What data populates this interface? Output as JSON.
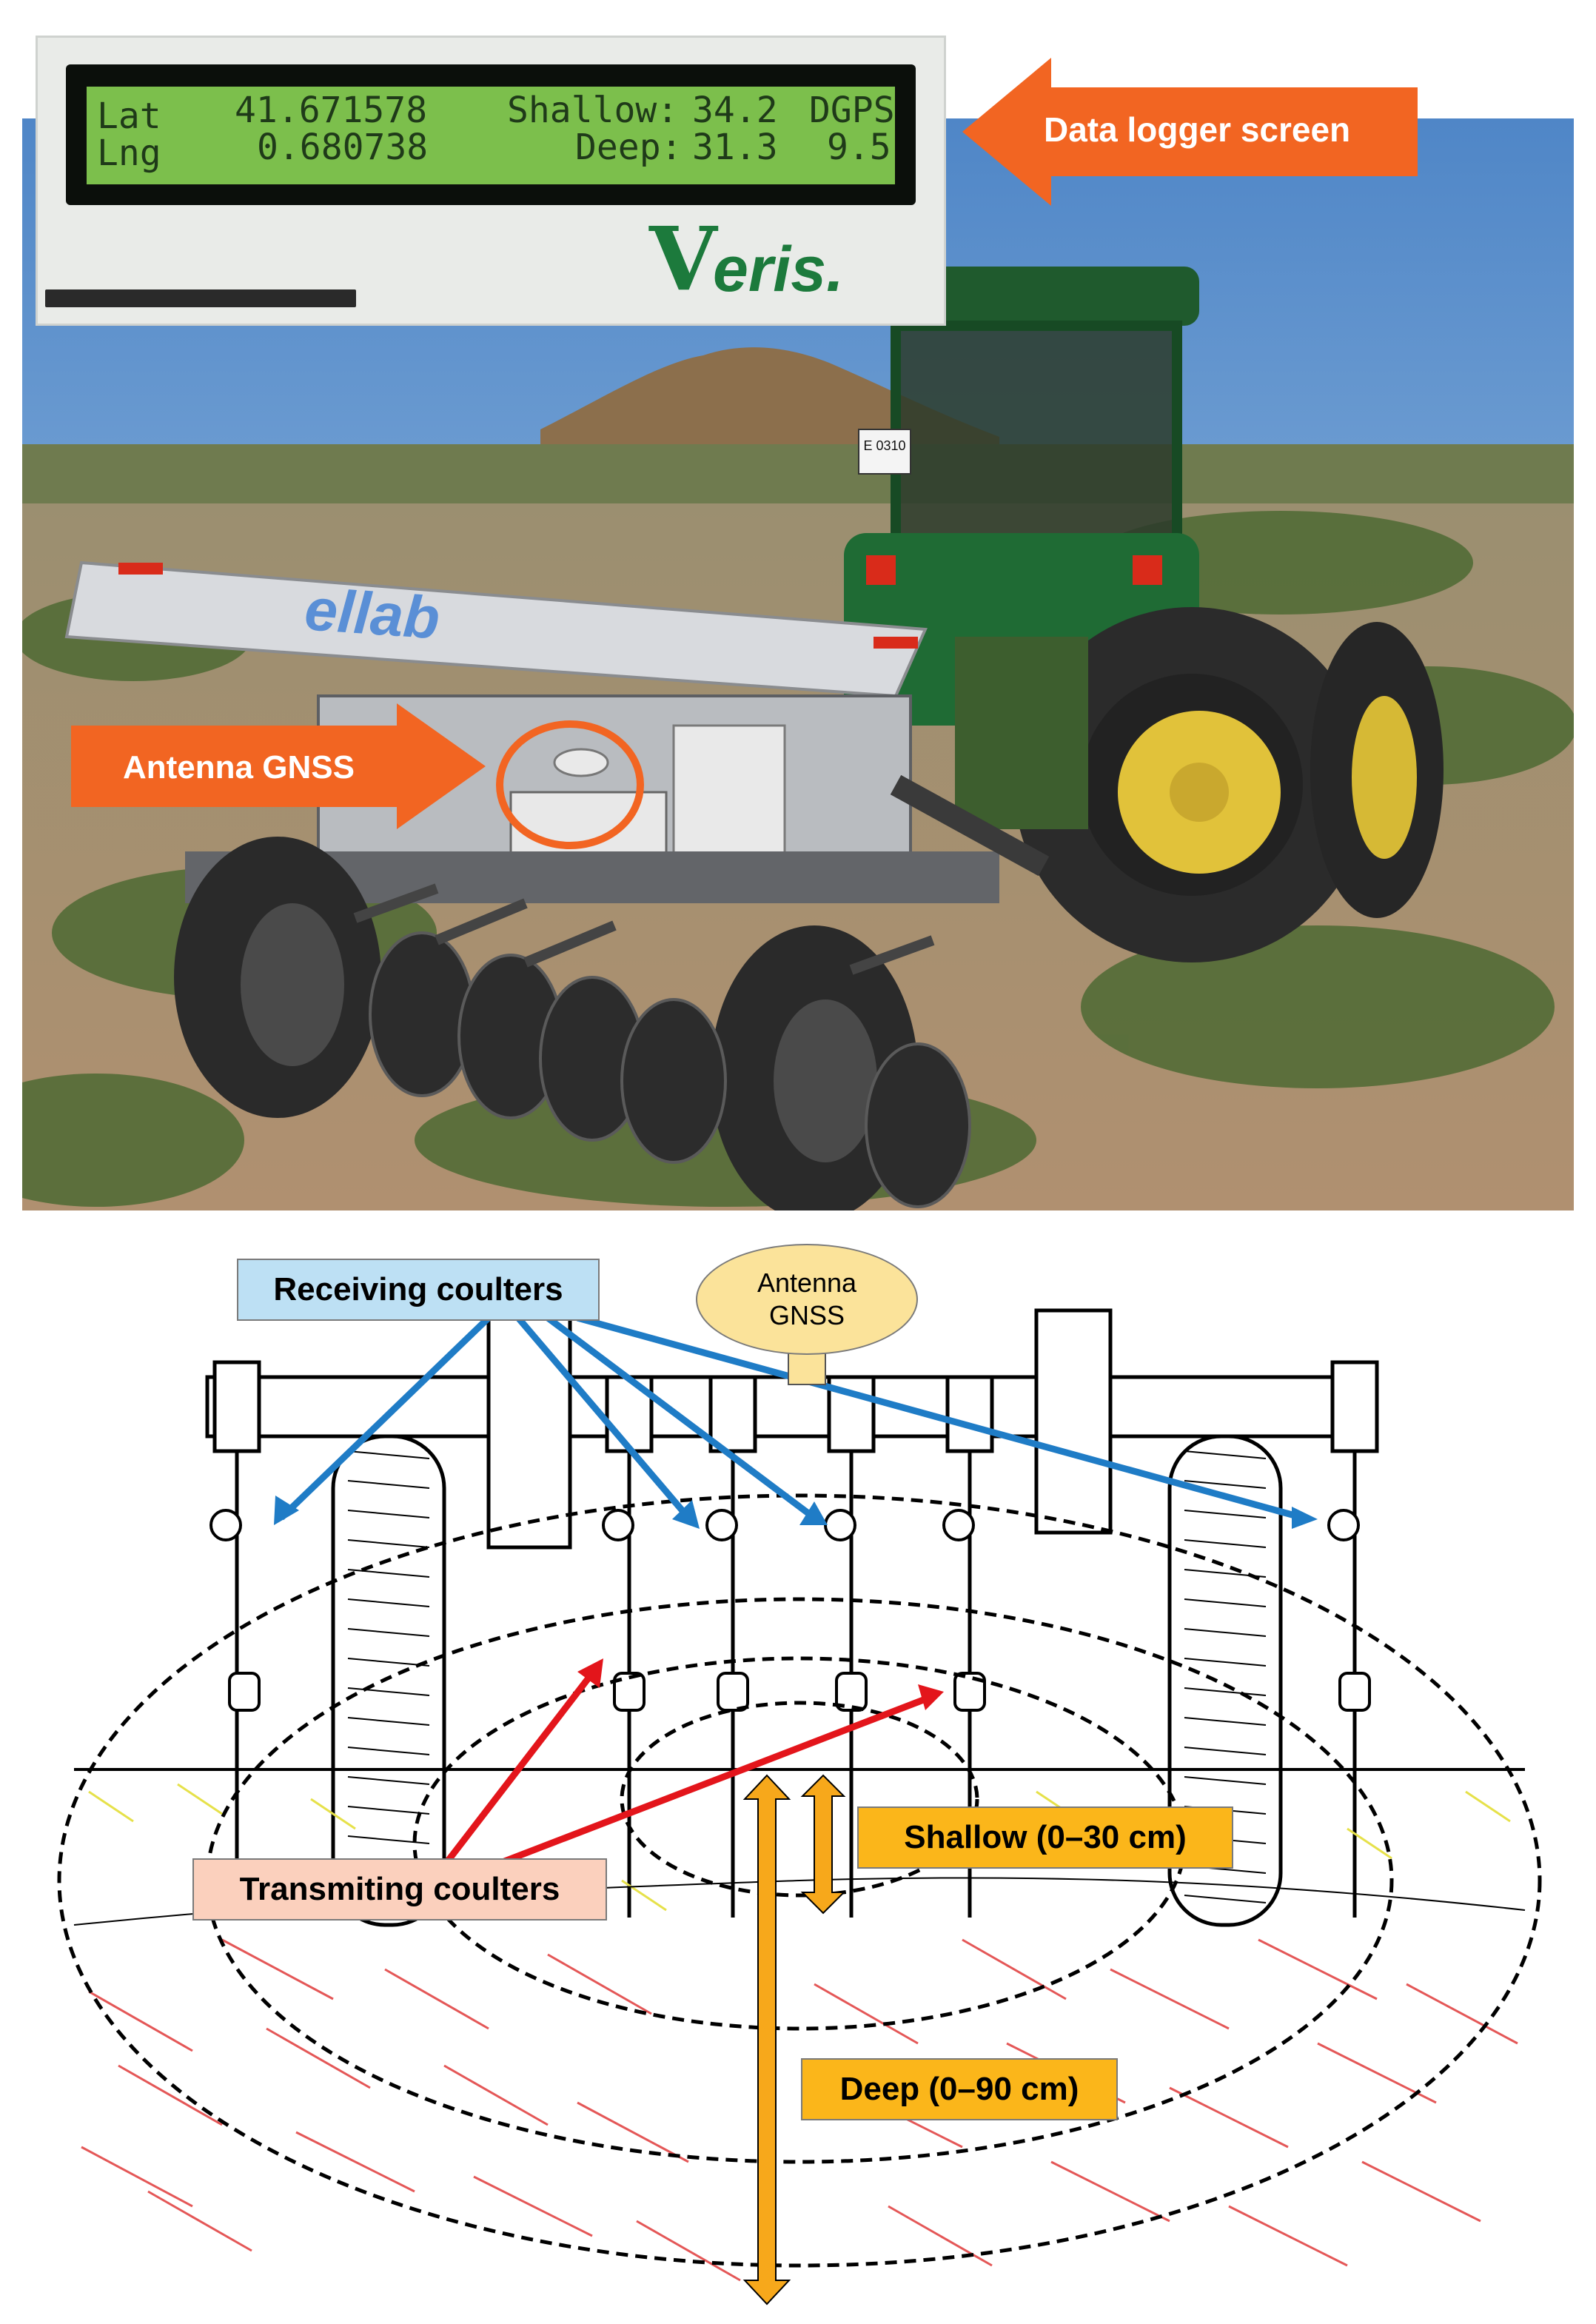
{
  "logger_screen": {
    "lat_label": "Lat",
    "lat_value": "41.671578",
    "lng_label": "Lng",
    "lng_value": "0.680738",
    "shallow_label": "Shallow:",
    "shallow_value": "34.2",
    "deep_label": "Deep:",
    "deep_value": "31.3",
    "dgps_label": "DGPS",
    "dgps_value": "9.5",
    "brand_initial": "V",
    "brand_rest": "eris."
  },
  "callouts": {
    "data_logger_screen": "Data logger screen",
    "antenna_gnss": "Antenna GNSS"
  },
  "implement_branding": {
    "brand": "ellab",
    "plate": "E 0310"
  },
  "diagram": {
    "receiving_coulters": "Receiving coulters",
    "antenna_gnss": "Antenna\nGNSS",
    "transmitting_coulters": "Transmiting coulters",
    "shallow_depth": "Shallow (0–30 cm)",
    "deep_depth": "Deep (0–90 cm)"
  },
  "colors": {
    "callout_orange": "#f26522",
    "receiving_box": "#bde0f4",
    "antenna_ellipse": "#fbe39a",
    "transmitting_box": "#fbd0bd",
    "depth_box": "#fbb61a",
    "receiving_arrow": "#1f7cc6",
    "transmitting_arrow": "#e3151b",
    "depth_arrow": "#f7a81b"
  }
}
